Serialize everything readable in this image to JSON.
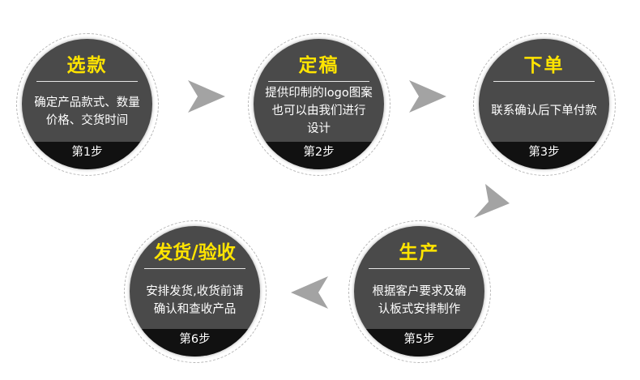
{
  "accent_color": "#ffe400",
  "arrow_color": "#a3a3a3",
  "steps": [
    {
      "title": "选款",
      "desc": [
        "确定产品款式、数量",
        "价格、交货时间"
      ],
      "step": "第1步"
    },
    {
      "title": "定稿",
      "desc": [
        "提供印制的logo图案",
        "也可以由我们进行",
        "设计"
      ],
      "step": "第2步"
    },
    {
      "title": "下单",
      "desc": [
        "联系确认后下单付款"
      ],
      "step": "第3步"
    },
    {
      "title": "生产",
      "desc": [
        "根据客户要求及确",
        "认板式安排制作"
      ],
      "step": "第5步"
    },
    {
      "title": "发货/验收",
      "desc": [
        "安排发货,收货前请",
        "确认和查收产品"
      ],
      "step": "第6步"
    }
  ]
}
